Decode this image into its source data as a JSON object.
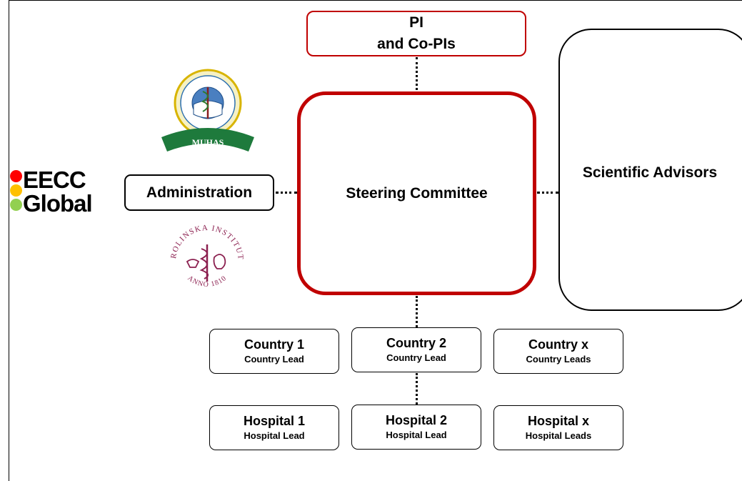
{
  "pi_box": {
    "line1": "PI",
    "line2": "and Co-PIs"
  },
  "steering_committee": "Steering Committee",
  "scientific_advisors": "Scientific Advisors",
  "administration": "Administration",
  "logos": {
    "eecc_line1": "EECC",
    "eecc_line2": "Global",
    "eecc_colors": [
      "#ff0000",
      "#ffc000",
      "#92d050"
    ],
    "muhas_label": "MUHAS",
    "karolinska_ring_text": "KAROLINSKA INSTITUTET",
    "karolinska_year": "ANNO 1810"
  },
  "countries": [
    {
      "title": "Country 1",
      "subtitle": "Country Lead"
    },
    {
      "title": "Country 2",
      "subtitle": "Country Lead"
    },
    {
      "title": "Country x",
      "subtitle": "Country Leads"
    }
  ],
  "hospitals": [
    {
      "title": "Hospital 1",
      "subtitle": "Hospital Lead"
    },
    {
      "title": "Hospital 2",
      "subtitle": "Hospital Lead"
    },
    {
      "title": "Hospital x",
      "subtitle": "Hospital Leads"
    }
  ],
  "colors": {
    "accent_red": "#c00000",
    "karolinska_purple": "#8b1f4f",
    "muhas_green": "#1e7a3c"
  }
}
